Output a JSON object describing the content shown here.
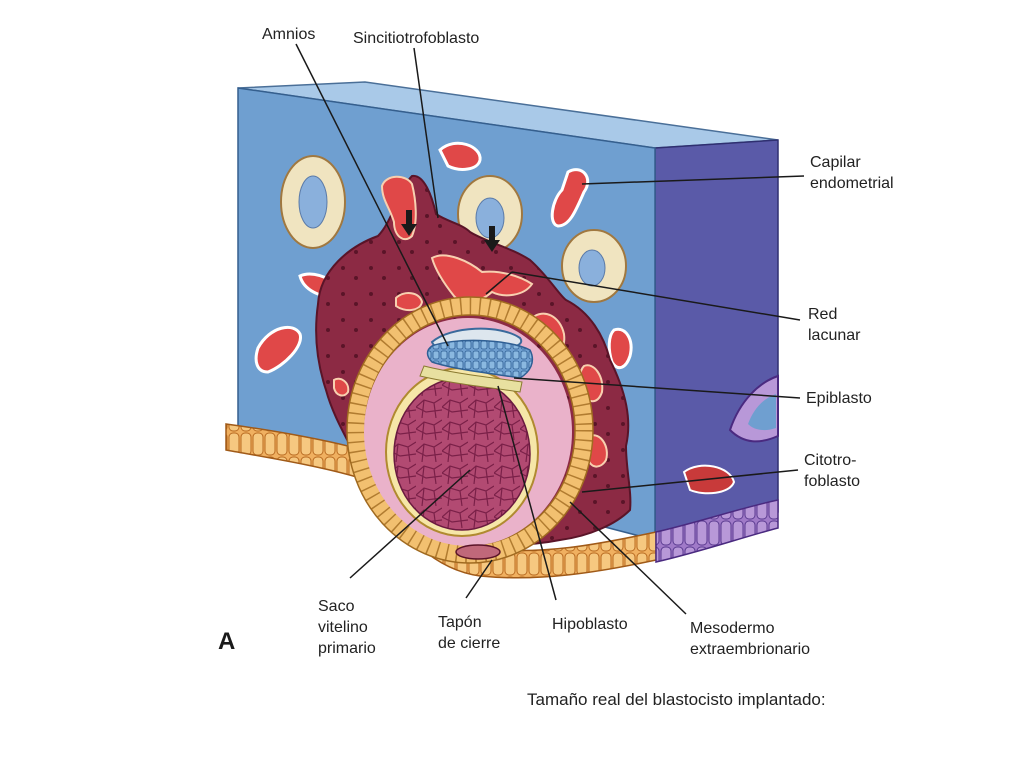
{
  "labels": {
    "amnios": "Amnios",
    "sincitiotrofoblasto": "Sincitiotrofoblasto",
    "capilar": [
      "Capilar",
      "endometrial"
    ],
    "red_lacunar": [
      "Red",
      "lacunar"
    ],
    "epiblasto": "Epiblasto",
    "citotrofoblasto": [
      "Citotro-",
      "foblasto"
    ],
    "saco_vitelino": [
      "Saco",
      "vitelino",
      "primario"
    ],
    "tapon": [
      "Tapón",
      "de cierre"
    ],
    "hipoblasto": "Hipoblasto",
    "mesodermo": [
      "Mesodermo",
      "extraembrionario"
    ]
  },
  "panel_letter": "A",
  "caption": "Tamaño real del blastocisto implantado:",
  "colors": {
    "endometrium_front": "#6f9fd0",
    "endometrium_side": "#5a5aa8",
    "endometrium_top": "#a9c9e8",
    "syncytiotrophoblast": "#8c2a44",
    "lacunae": "#e04848",
    "cytotrophoblast": "#f2c070",
    "extraembryonic_mesoderm": "#e8b0c8",
    "yolk_sac": "#b24a72",
    "epiblast": "#5f8fc4",
    "hypoblast": "#e8e0a0",
    "epithelium_surface": "#e8a050",
    "epithelium_side": "#a07ac8",
    "leader_lines": "#1a1a1a"
  }
}
